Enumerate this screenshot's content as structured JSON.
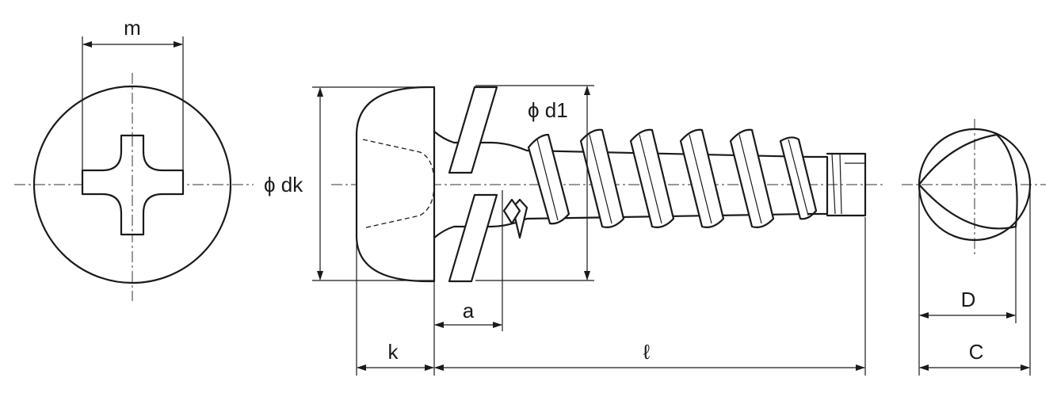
{
  "labels": {
    "m": "m",
    "dk": "ϕ dk",
    "d1": "ϕ d1",
    "a": "a",
    "k": "k",
    "l": "ℓ",
    "D": "D",
    "C": "C"
  },
  "colors": {
    "ink": "#1a1a1a",
    "background": "#ffffff"
  }
}
